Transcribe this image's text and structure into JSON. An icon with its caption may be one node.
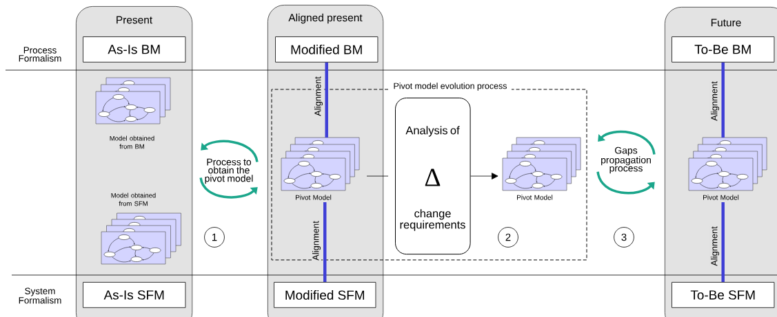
{
  "diagram": {
    "nodes": [
      {
        "text": [
          "Present"
        ]
      },
      {
        "text": [
          "As-Is BM"
        ],
        "in": 0
      },
      {
        "text": [],
        "shape": "picture",
        "in": 0,
        "beside": [
          "Model obtained from BM"
        ]
      },
      {
        "text": [],
        "shape": "picture",
        "in": 0,
        "beside": [
          "Model obtained from SFM"
        ]
      },
      {
        "text": [
          "As-Is SFM"
        ],
        "in": 0
      },
      {
        "text": [
          "Aligned present"
        ]
      },
      {
        "text": [
          "Modified BM"
        ],
        "in": 5
      },
      {
        "text": [
          "Pivot model evolution process"
        ]
      },
      {
        "text": [],
        "shape": "picture",
        "beside": [
          "Pivot Model"
        ]
      },
      {
        "text": [
          "Analysis of",
          "Δ",
          "change requirements"
        ],
        "in": 7
      },
      {
        "text": [],
        "shape": "picture",
        "in": 7,
        "beside": [
          "Pivot Model"
        ]
      },
      {
        "text": [
          "Modified SFM"
        ],
        "in": 5
      },
      {
        "text": [
          "Future"
        ]
      },
      {
        "text": [
          "To-Be BM"
        ],
        "in": 12
      },
      {
        "text": [],
        "shape": "picture",
        "in": 12,
        "beside": [
          "Pivot Model"
        ]
      },
      {
        "text": [
          "To-Be SFM"
        ],
        "in": 12
      }
    ],
    "edges": [
      {
        "from": 6,
        "to": 8,
        "arrow": "none",
        "label": "Alignment"
      },
      {
        "from": 8,
        "to": 11,
        "arrow": "none",
        "label": "Alignment"
      },
      {
        "from": 8,
        "to": 9,
        "arrow": "none",
        "color": "#000000"
      },
      {
        "from": 9,
        "to": 10,
        "arrow": "to",
        "color": "#000000"
      },
      {
        "from": 13,
        "to": 14,
        "arrow": "none",
        "label": "Alignment"
      },
      {
        "from": 14,
        "to": 15,
        "arrow": "none",
        "label": "Alignment"
      }
    ],
    "labels": [
      "Process Formalism",
      "Process to obtain the pivot model",
      "Gaps propagation process",
      "1",
      "2",
      "3",
      "System Formalism"
    ]
  }
}
